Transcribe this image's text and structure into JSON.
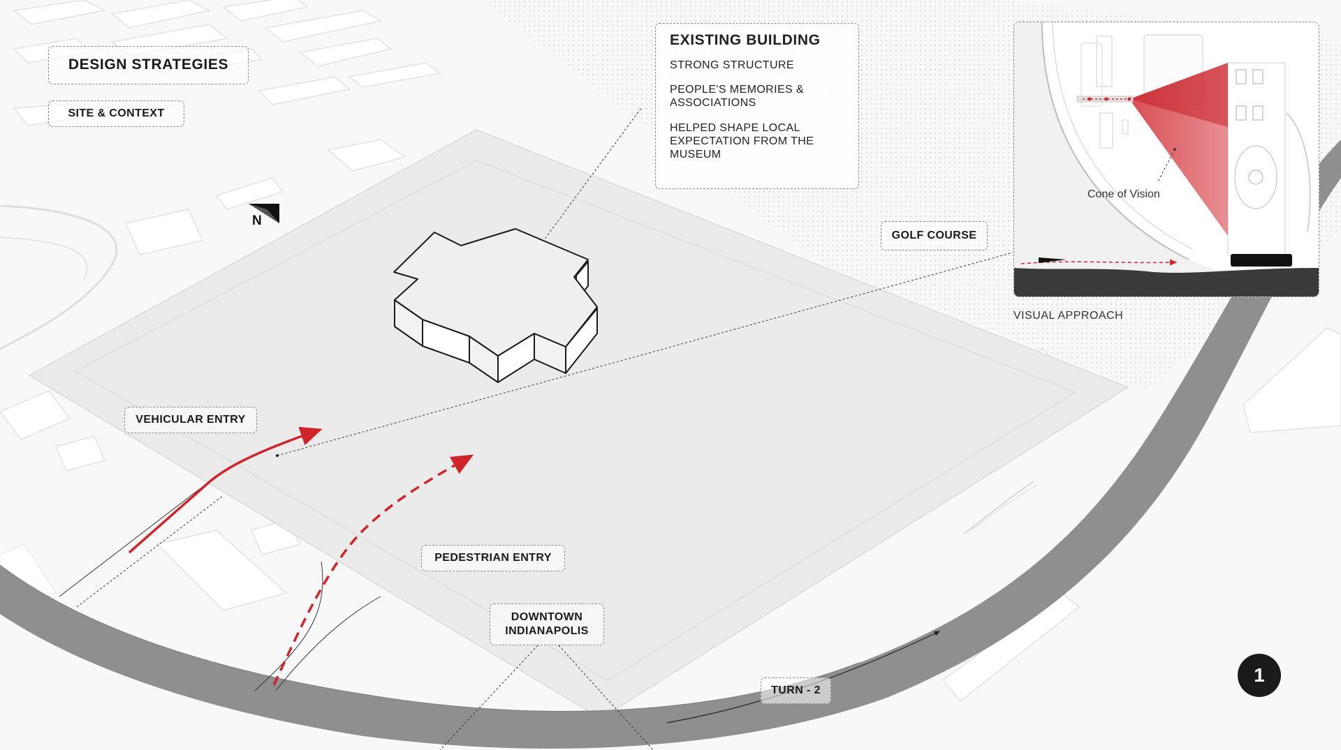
{
  "header": {
    "title": "DESIGN STRATEGIES",
    "subtitle": "SITE & CONTEXT"
  },
  "north_label": "N",
  "callout": {
    "title": "EXISTING BUILDING",
    "items": [
      "STRONG STRUCTURE",
      "PEOPLE'S MEMORIES & ASSOCIATIONS",
      "HELPED SHAPE LOCAL EXPECTATION FROM THE MUSEUM"
    ]
  },
  "labels": {
    "golf_course": "GOLF COURSE",
    "vehicular_entry": "VEHICULAR ENTRY",
    "pedestrian_entry": "PEDESTRIAN ENTRY",
    "downtown_line1": "DOWNTOWN",
    "downtown_line2": "INDIANAPOLIS",
    "turn": "TURN - 2"
  },
  "inset": {
    "cone_label": "Cone of Vision",
    "caption": "VISUAL APPROACH"
  },
  "page_number": "1",
  "colors": {
    "accent_red": "#d0242b",
    "track_gray": "#8f8f8f",
    "inset_dark": "#3a3a3a",
    "ground": "#ebebeb"
  }
}
